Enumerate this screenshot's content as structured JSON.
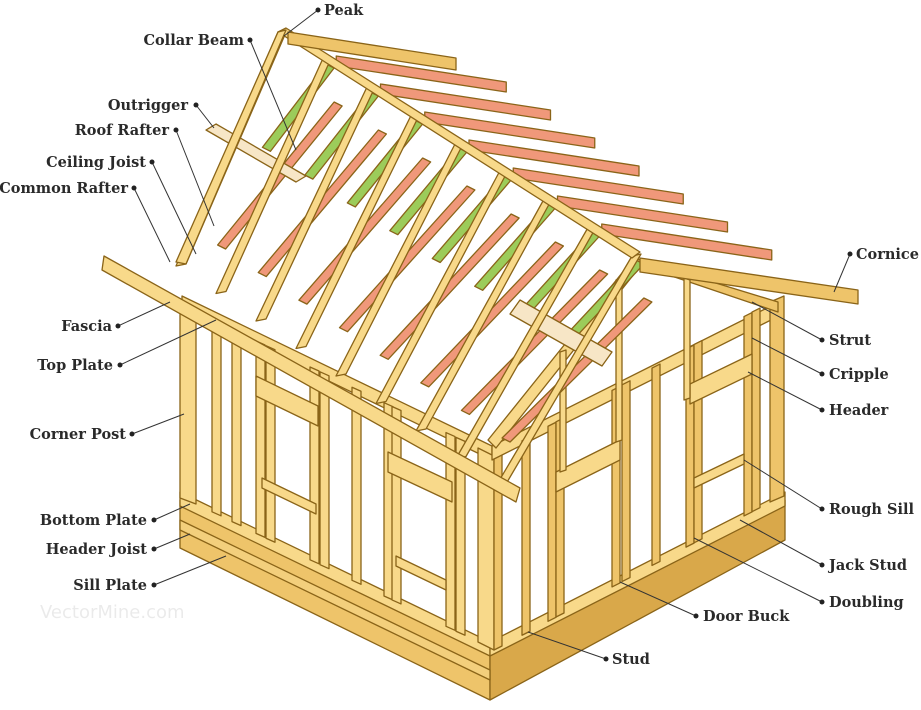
{
  "colors": {
    "wood_light": "#f8d98a",
    "wood_mid": "#eec46a",
    "wood_dark": "#d9a84a",
    "wood_outline": "#8a6418",
    "collar": "#f7e6c6",
    "ceiling_joist": "#9ccc5a",
    "ceiling_joist_dark": "#7ca83a",
    "rafter_red": "#f0987a",
    "rafter_red_dark": "#d9755a",
    "label_text": "#2a2a2a"
  },
  "watermark": "VectorMine.com",
  "labels": {
    "peak": "Peak",
    "collar_beam": "Collar Beam",
    "outrigger": "Outrigger",
    "roof_rafter": "Roof Rafter",
    "ceiling_joist": "Ceiling Joist",
    "common_rafter": "Common Rafter",
    "fascia": "Fascia",
    "top_plate": "Top Plate",
    "corner_post": "Corner Post",
    "bottom_plate": "Bottom Plate",
    "header_joist": "Header Joist",
    "sill_plate": "Sill Plate",
    "cornice": "Cornice",
    "strut": "Strut",
    "cripple": "Cripple",
    "header": "Header",
    "rough_sill": "Rough Sill",
    "jack_stud": "Jack Stud",
    "doubling": "Doubling",
    "door_buck": "Door Buck",
    "stud": "Stud"
  }
}
